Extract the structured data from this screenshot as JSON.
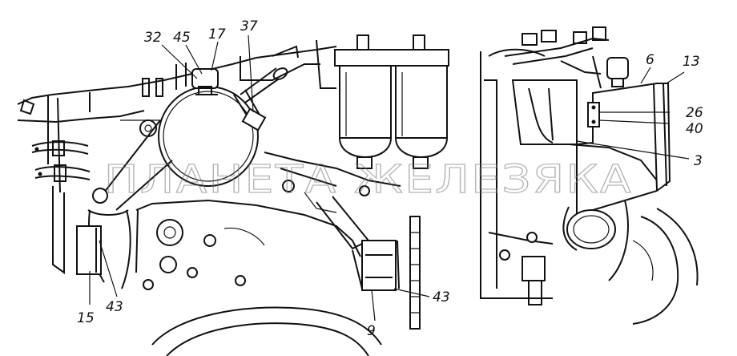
{
  "watermark": "ПЛАНЕТА ЖЕЛЕЗЯКА",
  "callouts": {
    "c32": "32",
    "c45": "45",
    "c17": "17",
    "c37": "37",
    "c6": "6",
    "c13": "13",
    "c26": "26",
    "c40": "40",
    "c3": "3",
    "c15": "15",
    "c43a": "43",
    "c43b": "43",
    "c9": "9"
  }
}
